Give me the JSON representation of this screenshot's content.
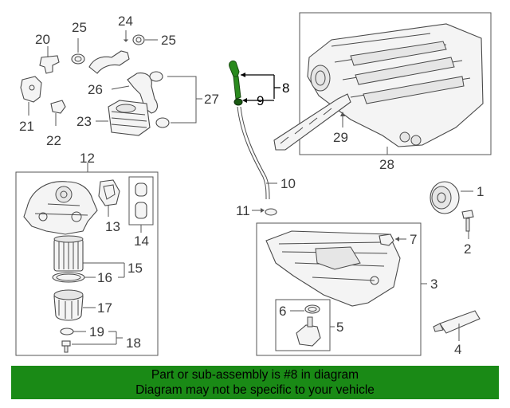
{
  "diagram": {
    "callouts": {
      "c1": "1",
      "c2": "2",
      "c3": "3",
      "c4": "4",
      "c5": "5",
      "c6": "6",
      "c7": "7",
      "c8": "8",
      "c9": "9",
      "c10": "10",
      "c11": "11",
      "c12": "12",
      "c13": "13",
      "c14": "14",
      "c15": "15",
      "c16": "16",
      "c17": "17",
      "c18": "18",
      "c19": "19",
      "c20": "20",
      "c21": "21",
      "c22": "22",
      "c23": "23",
      "c24": "24",
      "c25a": "25",
      "c25b": "25",
      "c26": "26",
      "c27": "27",
      "c28": "28",
      "c29": "29"
    },
    "highlight_color": "#1a8a16"
  },
  "banner": {
    "line1": "Part or sub-assembly is #8 in diagram",
    "line2": "Diagram may not be specific to your vehicle",
    "background": "#1a8a16"
  }
}
